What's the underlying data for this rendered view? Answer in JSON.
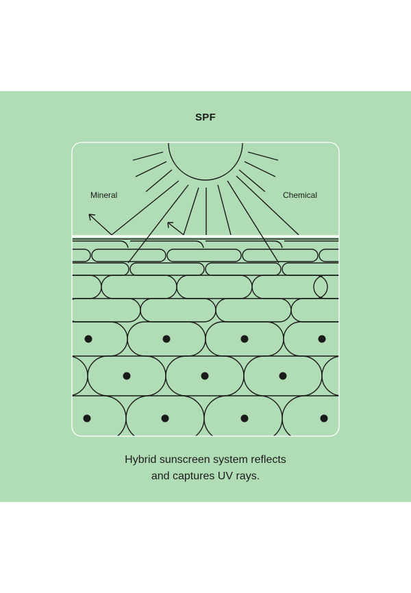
{
  "title": "SPF",
  "labels": {
    "mineral": "Mineral",
    "chemical": "Chemical"
  },
  "caption": {
    "line1": "Hybrid sunscreen system reflects",
    "line2": "and captures UV rays."
  },
  "colors": {
    "background": "#b0ddb6",
    "line": "#1a1a1a",
    "frame": "#ffffff"
  }
}
